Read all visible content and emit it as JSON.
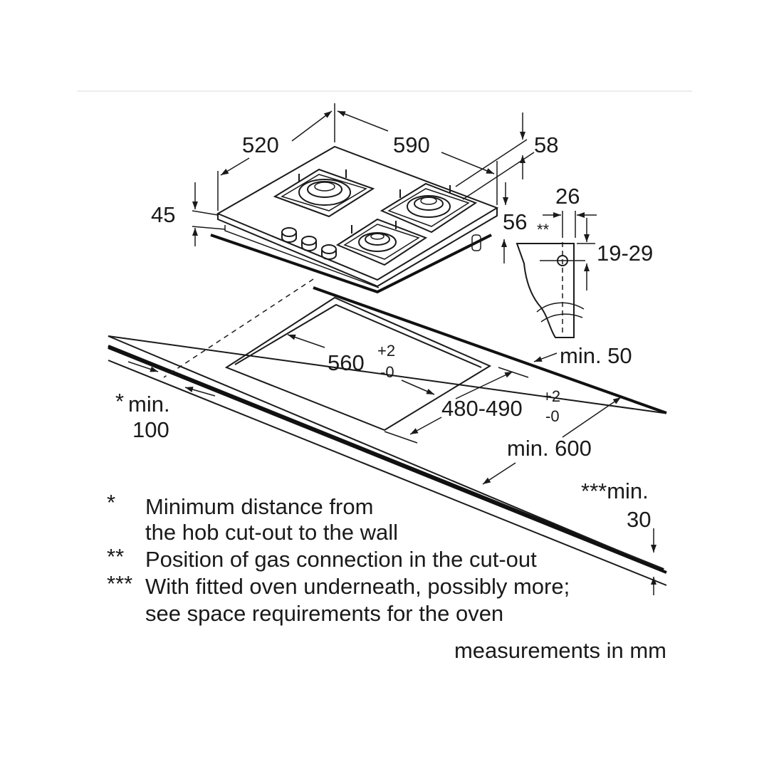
{
  "colors": {
    "ink": "#1a1a1a",
    "background": "#ffffff",
    "rule": "#e6e6e6"
  },
  "dimensions": {
    "depth": "520",
    "width": "590",
    "height_58": "58",
    "thickness": "45",
    "gas_26": "26",
    "gas_56": "56",
    "gas_marker": "**",
    "gas_19_29": "19-29",
    "min_50": "min. 50",
    "cutout_width": "560",
    "cutout_width_tol_plus": "+2",
    "cutout_width_tol_minus": "-0",
    "cutout_depth": "480-490",
    "cutout_depth_tol_plus": "+2",
    "cutout_depth_tol_minus": "-0",
    "wall_marker": "*",
    "wall_min_line1": "min.",
    "wall_min_line2": "100",
    "min_600": "min. 600",
    "oven_min_line1": "***min.",
    "oven_min_line2": "30"
  },
  "notes": [
    {
      "marker": "*",
      "lines": [
        "Minimum distance from",
        "the hob cut-out to the wall"
      ]
    },
    {
      "marker": "**",
      "lines": [
        "Position of gas connection in the cut-out"
      ]
    },
    {
      "marker": "***",
      "lines": [
        "With fitted oven underneath, possibly more;",
        "see space requirements for the oven"
      ]
    }
  ],
  "units_note": "measurements in mm"
}
